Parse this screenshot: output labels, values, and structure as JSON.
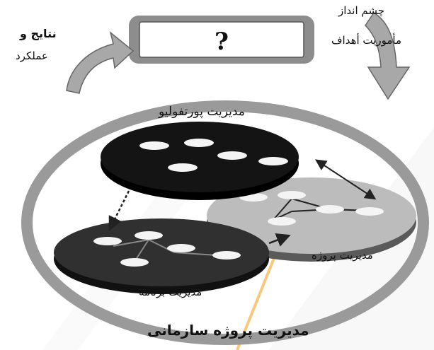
{
  "top_box": {
    "symbol": "?"
  },
  "labels": {
    "vision": "چشم انداز",
    "mission_goals": "مأموریت أهداف",
    "results_line1": "نتایج و",
    "results_line2": "عملکرد",
    "portfolio_mgmt": "مدیریت پورتفولیو",
    "project_mgmt": "مدیریت پروژه",
    "program_mgmt": "مدیریت برنامه",
    "org_project_mgmt": "مدیریت پروژه سازمانی"
  },
  "colors": {
    "outer_ring": "#9a9a9a",
    "portfolio_disc": "#141414",
    "program_disc": "#303030",
    "project_disc": "#bcbcbc",
    "watermark": "#f4a52a"
  }
}
